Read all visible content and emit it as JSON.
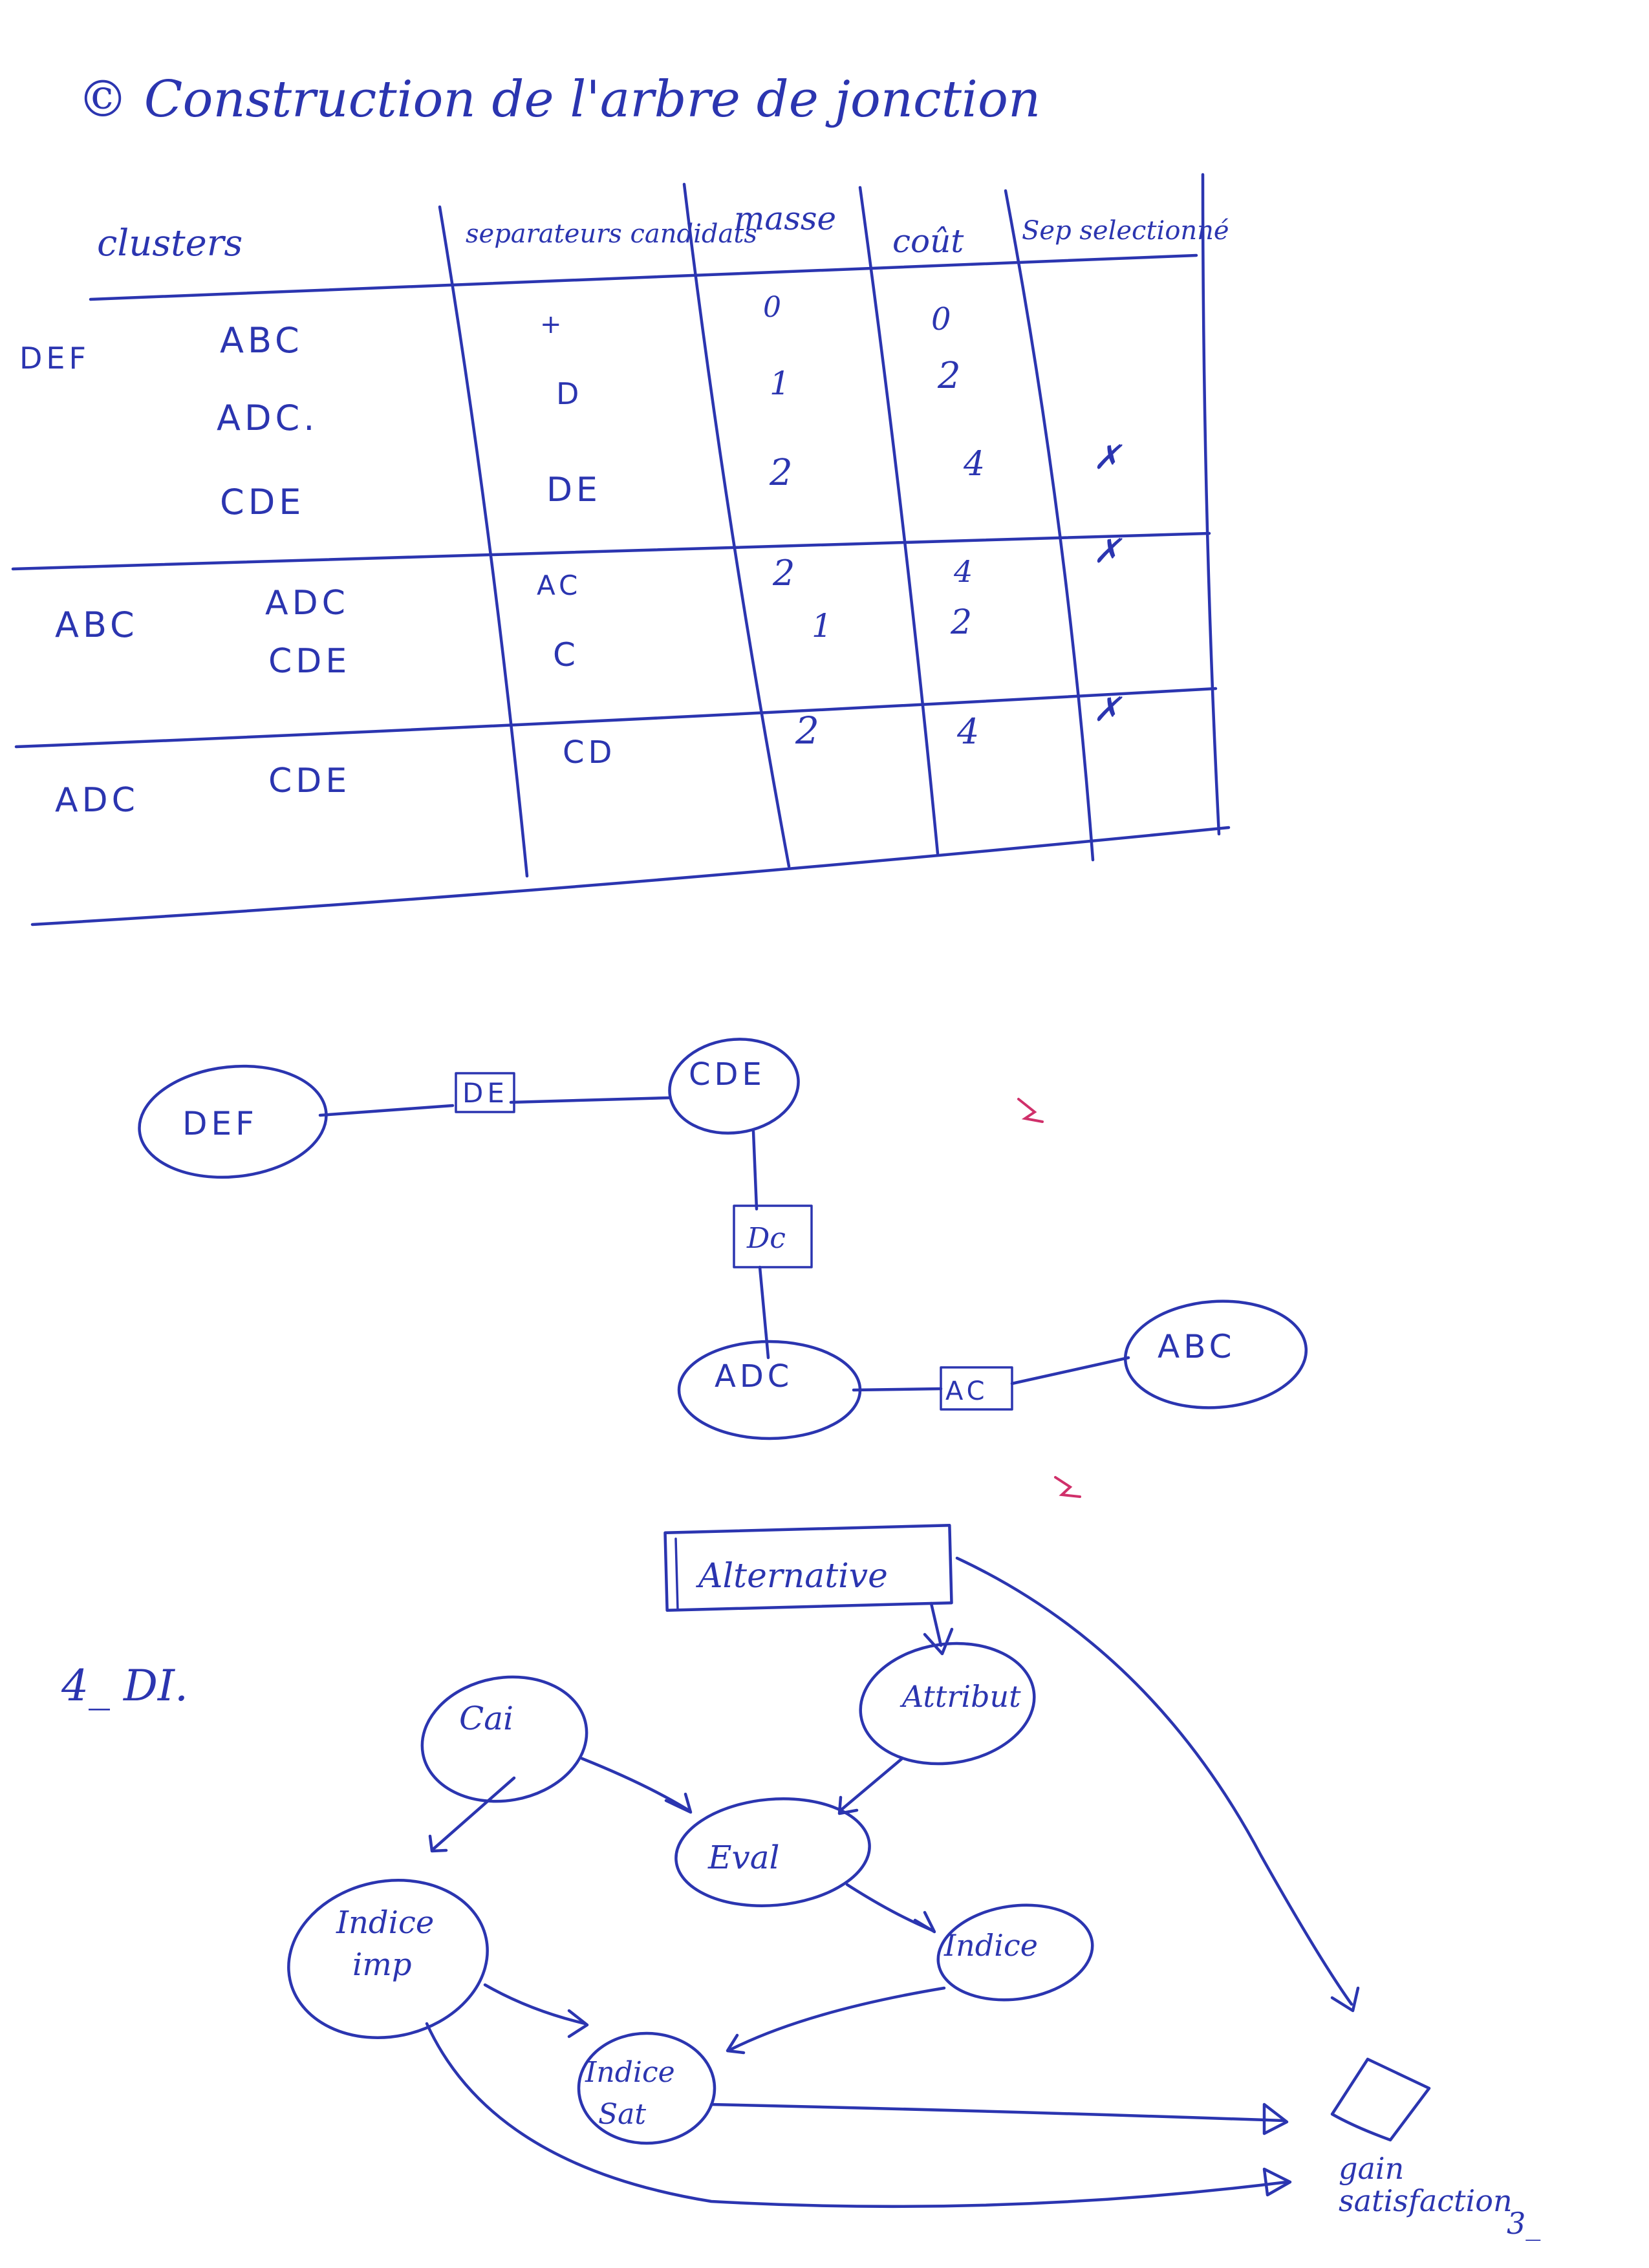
{
  "title": "© Construction de l'arbre de jonction",
  "table": {
    "headers": [
      "clusters",
      "separateurs candidats",
      "masse",
      "coût",
      "Sep selectionné"
    ],
    "groups": [
      {
        "cluster": "DEF",
        "rows": [
          {
            "candidate": "ABC",
            "separator": "+",
            "masse": "0",
            "cout": "0",
            "selected": ""
          },
          {
            "candidate": "ADC.",
            "separator": "D",
            "masse": "1",
            "cout": "2",
            "selected": ""
          },
          {
            "candidate": "CDE",
            "separator": "DE",
            "masse": "2",
            "cout": "4",
            "selected": "✗"
          }
        ]
      },
      {
        "cluster": "ABC",
        "rows": [
          {
            "candidate": "ADC",
            "separator": "AC",
            "masse": "2",
            "cout": "4",
            "selected": "✗"
          },
          {
            "candidate": "CDE",
            "separator": "C",
            "masse": "1",
            "cout": "2",
            "selected": ""
          }
        ]
      },
      {
        "cluster": "ADC",
        "rows": [
          {
            "candidate": "CDE",
            "separator": "CD",
            "masse": "2",
            "cout": "4",
            "selected": "✗"
          }
        ]
      }
    ]
  },
  "junction_tree": {
    "nodes": {
      "def": "DEF",
      "cde": "CDE",
      "adc": "ADC",
      "abc": "ABC"
    },
    "separators": {
      "de": "DE",
      "dc": "Dc",
      "ac": "AC"
    }
  },
  "section_label": "4_  DI.",
  "influence_diagram": {
    "decision": "Alternative",
    "chance_nodes": {
      "cai": "Cai",
      "attribut": "Attribut",
      "eval": "Eval",
      "indice": "Indice",
      "indice_imp": [
        "Indice",
        "imp"
      ],
      "indice_sat": [
        "Indice",
        "Sat"
      ]
    },
    "utility_label": [
      "gain",
      "satisfaction"
    ],
    "utility_suffix": "3_"
  },
  "colors": {
    "ink": "#2b35b0",
    "pink": "#d0306a",
    "paper": "#ffffff"
  }
}
